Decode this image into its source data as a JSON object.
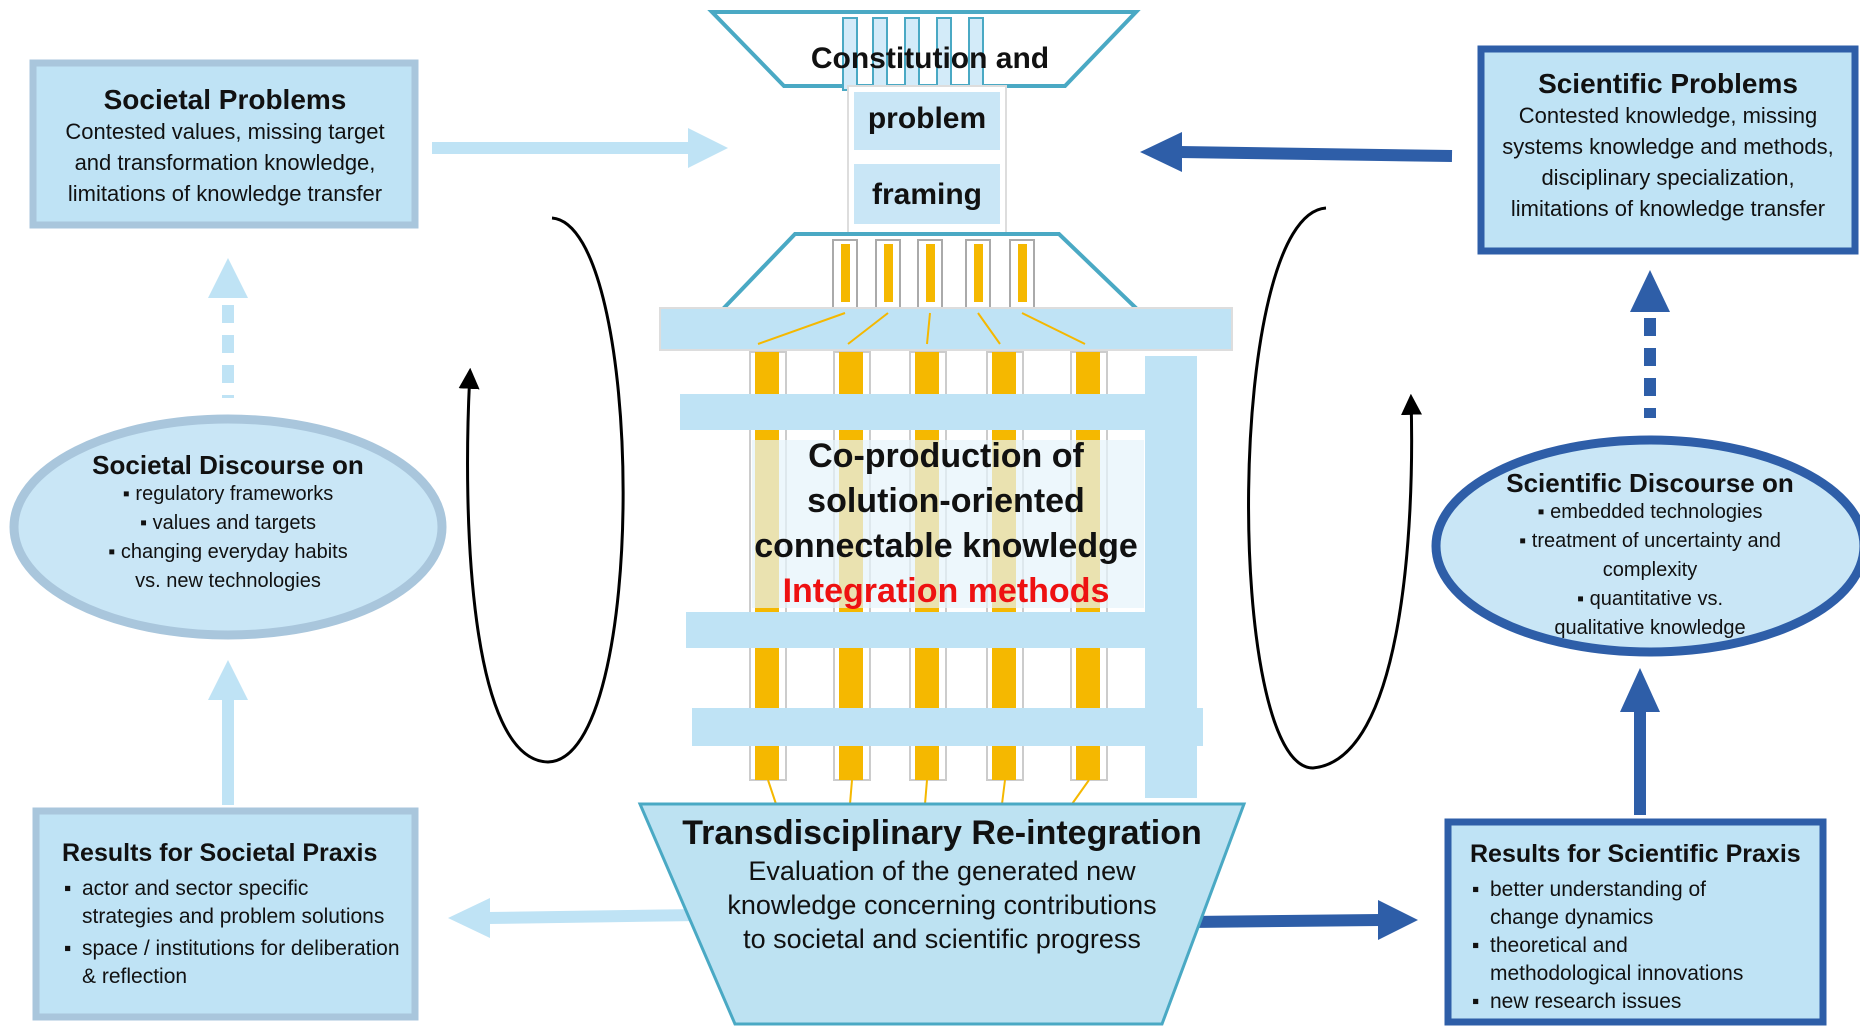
{
  "colors": {
    "light_blue": "#bfe3f5",
    "pale_blue": "#d3ebf9",
    "steel_border": "#a9c6dc",
    "dark_blue": "#2e5ea8",
    "teal": "#4aa9c4",
    "gold": "#f5b800",
    "red": "#ee1111"
  },
  "societal_problems": {
    "title": "Societal Problems",
    "text": "Contested values, missing target and transformation knowledge, limitations of knowledge transfer"
  },
  "scientific_problems": {
    "title": "Scientific Problems",
    "text": "Contested knowledge, missing systems knowledge and methods, disciplinary specialization, limitations of knowledge transfer"
  },
  "societal_discourse": {
    "title": "Societal Discourse on",
    "items": [
      "regulatory frameworks",
      "values and targets",
      "changing everyday habits vs. new technologies"
    ]
  },
  "scientific_discourse": {
    "title": "Scientific Discourse on",
    "items": [
      "embedded technologies",
      "treatment of uncertainty and complexity",
      "quantitative vs. qualitative knowledge"
    ]
  },
  "societal_praxis": {
    "title": "Results for Societal Praxis",
    "items": [
      "actor and sector specific strategies and problem solutions",
      "space / institutions for deliberation & reflection"
    ]
  },
  "scientific_praxis": {
    "title": "Results for Scientific Praxis",
    "items": [
      "better understanding of change dynamics",
      "theoretical and methodological innovations",
      "new research issues"
    ]
  },
  "framing": {
    "line1": "Constitution and",
    "line2": "problem",
    "line3": "framing"
  },
  "coproduction": {
    "line1": "Co-production of",
    "line2": "solution-oriented",
    "line3": "connectable knowledge",
    "integration": "Integration methods"
  },
  "reintegration": {
    "title": "Transdisciplinary Re-integration",
    "line1": "Evaluation of the generated new",
    "line2": "knowledge concerning contributions",
    "line3": "to societal and scientific progress"
  }
}
